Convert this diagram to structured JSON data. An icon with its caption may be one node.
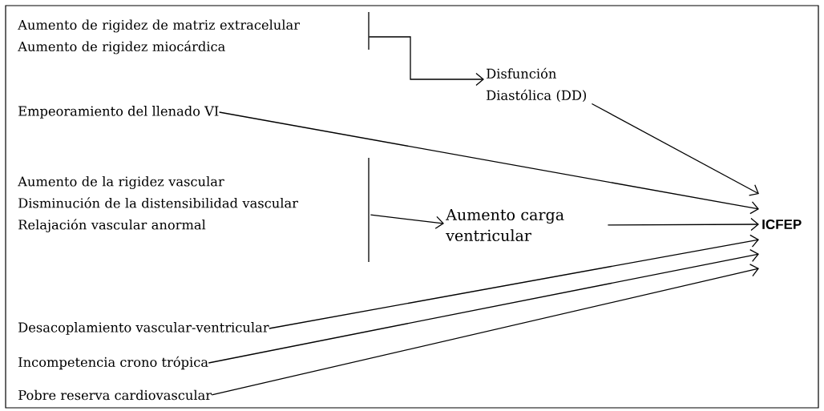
{
  "diagram": {
    "nodes": [
      {
        "text": [
          "Aumento de rigidez de matriz extracelular",
          "Aumento de rigidez miocárdica"
        ]
      },
      {
        "text": [
          "Disfunción Diastólica (DD)"
        ]
      },
      {
        "text": [
          "Empeoramiento del llenado VI"
        ]
      },
      {
        "text": [
          "Aumento de la rigidez vascular",
          "Disminución de la distensibilidad vascular",
          "Relajación vascular anormal"
        ]
      },
      {
        "text": [
          "Aumento carga ventricular"
        ]
      },
      {
        "text": [
          "ICFEP"
        ]
      },
      {
        "text": [
          "Desacoplamiento vascular-ventricular"
        ]
      },
      {
        "text": [
          "Incompetencia crono trópica"
        ]
      },
      {
        "text": [
          "Pobre reserva cardiovascular"
        ]
      }
    ],
    "edges": [
      {
        "from": 0,
        "to": 1,
        "arrow": "to"
      },
      {
        "from": 1,
        "to": 5,
        "arrow": "to"
      },
      {
        "from": 2,
        "to": 5,
        "arrow": "to"
      },
      {
        "from": 3,
        "to": 4,
        "arrow": "to"
      },
      {
        "from": 4,
        "to": 5,
        "arrow": "to"
      },
      {
        "from": 6,
        "to": 5,
        "arrow": "to"
      },
      {
        "from": 7,
        "to": 5,
        "arrow": "to"
      },
      {
        "from": 8,
        "to": 5,
        "arrow": "to"
      }
    ]
  }
}
